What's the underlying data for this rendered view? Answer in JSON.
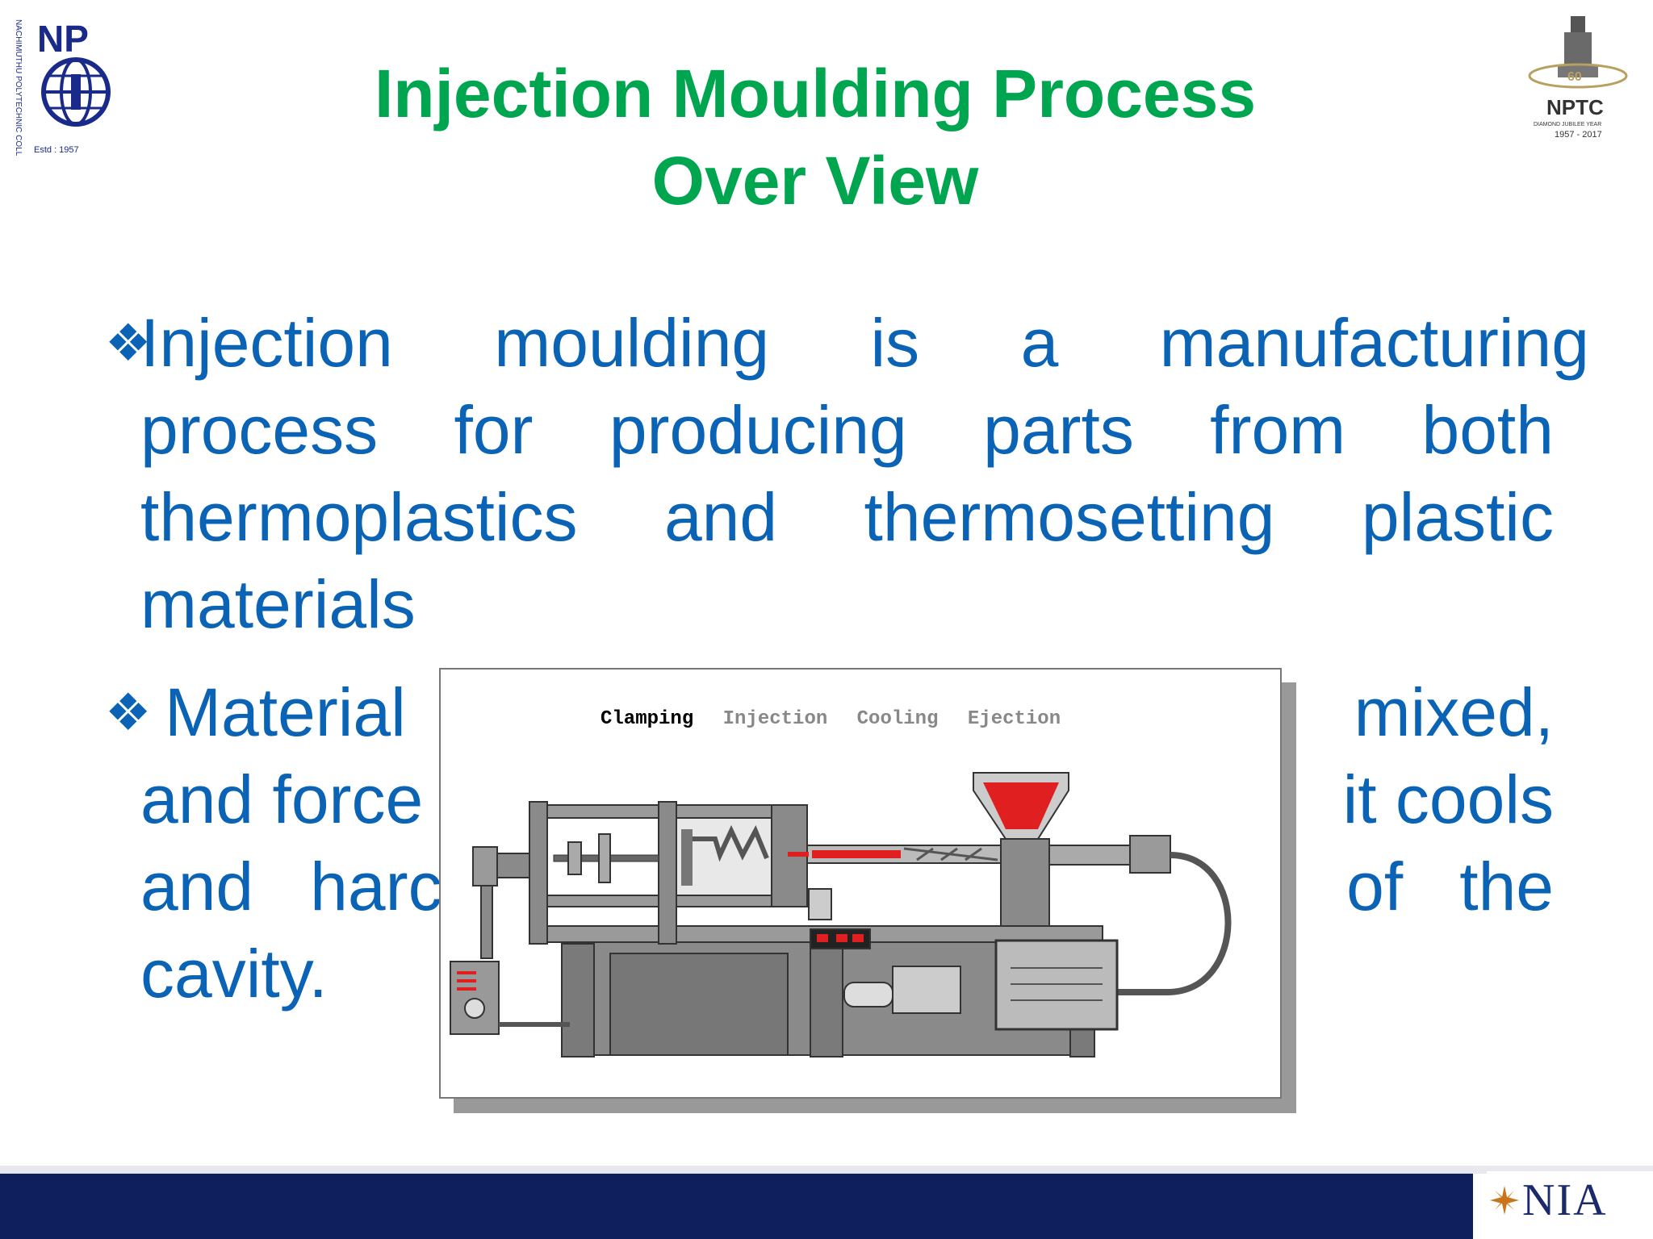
{
  "title": {
    "line1": "Injection Moulding Process",
    "line2": "Over View"
  },
  "logos": {
    "left": {
      "abbr": "NP",
      "name": "NACHIMUTHU POLYTECHNIC COLLEGE POLLACHI",
      "estd": "Estd : 1957"
    },
    "right": {
      "badge": "60",
      "abbr": "NPTC",
      "tagline": "DIAMOND JUBILEE YEAR",
      "years": "1957 - 2017"
    },
    "footer": {
      "abbr": "NIA"
    }
  },
  "bullets": [
    {
      "symbol": "❖",
      "lines": [
        [
          "Injection",
          "moulding",
          "is",
          "a",
          "manufacturing"
        ],
        [
          "process",
          "for",
          "producing",
          "parts",
          "from",
          "both"
        ],
        [
          "thermoplastics",
          "and",
          "thermosetting",
          "plastic"
        ],
        [
          "materials"
        ]
      ]
    },
    {
      "symbol": "❖",
      "visible_fragments": {
        "line1_left": "Material",
        "line1_right": "mixed,",
        "line2_left": "and force",
        "line2_right": "it cools",
        "line3_left": "and   harc",
        "line3_right": "of   the",
        "line4_left": "cavity."
      }
    }
  ],
  "figure": {
    "phases": [
      "Clamping",
      "Injection",
      "Cooling",
      "Ejection"
    ],
    "active_phase": "Clamping"
  },
  "colors": {
    "title": "#00a64f",
    "body": "#0a63b5",
    "footer": "#0f1f5e",
    "melt": "#e02020"
  }
}
